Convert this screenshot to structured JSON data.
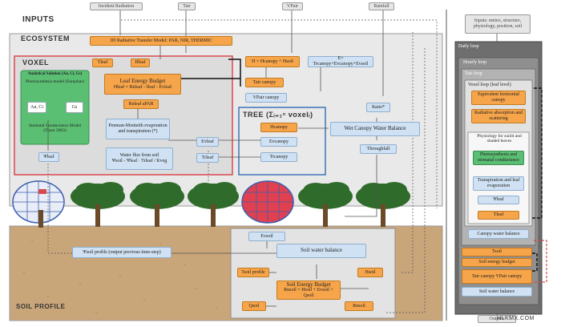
{
  "headers": {
    "inputs": "INPUTS",
    "ecosystem": "ECOSYSTEM",
    "voxel": "VOXEL",
    "soil_profile": "SOIL PROFILE",
    "tree": "TREE (Σᵢ₌₁ⁿ voxelᵢ)"
  },
  "inputs": {
    "incident_radiation": "Incident Radiation",
    "tair": "Tair",
    "vpair": "VPair",
    "rainfall": "Rainfall"
  },
  "ecosystem": {
    "rtm": "3D Radiative Transfer Model: PAR, NIR, THERMIC",
    "h_equation": "H = Hcanopy + Hsoil",
    "e_equation": "E= Trcanopy+Evcanopy+Evsoil",
    "tair_canopy": "Tair canopy",
    "vpair_canopy": "VPair canopy",
    "h_canopy": "Hcanopy",
    "ev_canopy": "Evcanopy",
    "tr_canopy": "Trcanopy",
    "ratio": "Ratio*",
    "wet_canopy": "Wet Canopy Water Balance",
    "throughfall": "Throughfall"
  },
  "voxel": {
    "t_leaf": "Tleaf",
    "h_leaf": "Hleaf",
    "leaf_energy_budget": "Leaf Energy Budget",
    "leaf_energy_eq": "Hleaf = Rnleaf - Ileaf - Evleaf",
    "rn_apar": "Rnleaf aPAR",
    "analytical_solution": "Analytical Solution (An, Ci, Gs)",
    "photosynthesis_model": "Photosynthesis model (Farquhar)",
    "an_ci": "An, Ci",
    "gs": "Gs",
    "stomatal_model": "Stomatal Conductance Model (Tuzet 2003)",
    "penman_monteith": "Penman-Monteith evaporation and transpiration (*)",
    "ev_leaf": "Evleaf",
    "tr_leaf": "Trleaf",
    "psi_leaf": "Ψleaf",
    "water_flux": "Water flux from soil",
    "water_flux_eq": "Ψsoil - Ψleaf · Trleaf / Kveg"
  },
  "soil": {
    "psi_profile": "Ψsoil profile (output previous time-step)",
    "ev_soil": "Evsoil",
    "soil_water_balance": "Soil water balance",
    "t_soil_profile": "Tsoil profile",
    "h_soil": "Hsoil",
    "soil_energy_budget": "Soil Energy Budget",
    "soil_energy_eq": "Rnsoil = Hsoil + Evsoil + Qsoil",
    "q_soil": "Qsoil",
    "rn_soil": "Rnsoil"
  },
  "right_panel": {
    "inputs_box": "Inputs: meteo, structure, physiology, position, soil",
    "daily_loop": "Daily loop",
    "hourly_loop": "Hourly loop",
    "tair_loop": "Tair loop",
    "voxel_loop": "Voxel loop (leaf level)",
    "equiv_canopy": "Equivalent horizontal canopy",
    "rad_absorption": "Radiative absorption and scattering",
    "physiology": "Physiology for sunlit and shaded leaves",
    "photosynthesis": "Photosynthesis and stomatal conductance",
    "transpiration": "Transpiration and leaf evaporation",
    "psi_leaf": "Ψleaf",
    "t_leaf": "Tleaf",
    "canopy_water": "Canopy water balance",
    "t_soil": "Tsoil",
    "soil_energy": "Soil energy budget",
    "tair_vpair": "Tair canopy VPair canopy",
    "soil_water": "Soil water balance",
    "outputs": "Outputs"
  },
  "watermark": "HLKMX.COM"
}
